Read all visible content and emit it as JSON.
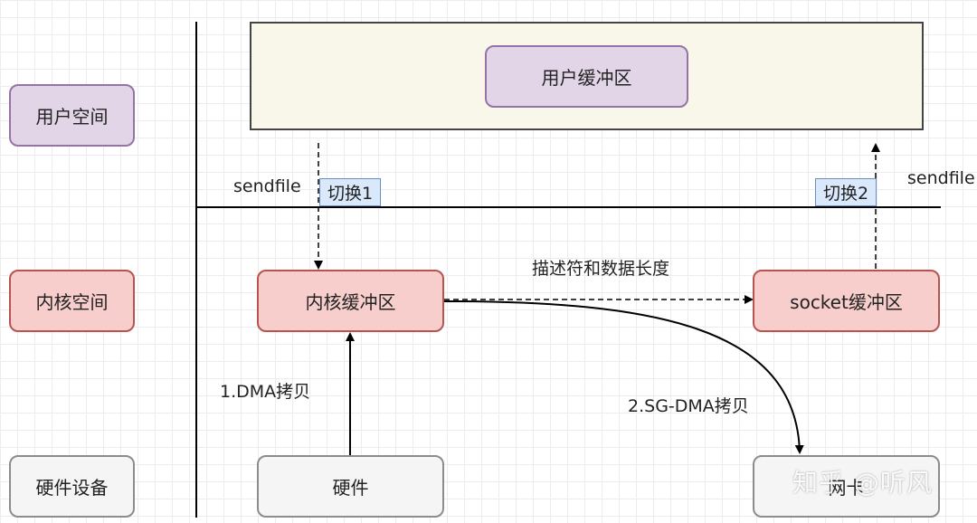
{
  "lanes": {
    "user_space": "用户空间",
    "kernel_space": "内核空间",
    "hardware_devices": "硬件设备"
  },
  "nodes": {
    "user_buffer": "用户缓冲区",
    "kernel_buffer": "内核缓冲区",
    "socket_buffer": "socket缓冲区",
    "hardware": "硬件",
    "nic": "网卡"
  },
  "labels": {
    "sendfile_left": "sendfile",
    "sendfile_right": "sendfile",
    "switch1": "切换1",
    "switch2": "切换2",
    "descriptor": "描述符和数据长度",
    "dma_copy": "1.DMA拷贝",
    "sg_dma_copy": "2.SG-DMA拷贝"
  },
  "watermark": "知乎 @听风",
  "colors": {
    "purple_fill": "#e1d5e7",
    "purple_stroke": "#9673a6",
    "red_fill": "#f8cecc",
    "red_stroke": "#b85450",
    "gray_fill": "#f5f5f5",
    "gray_stroke": "#8c8c8c",
    "blue_tag_fill": "#dae8fc",
    "user_area_fill": "#f9f7ea"
  }
}
